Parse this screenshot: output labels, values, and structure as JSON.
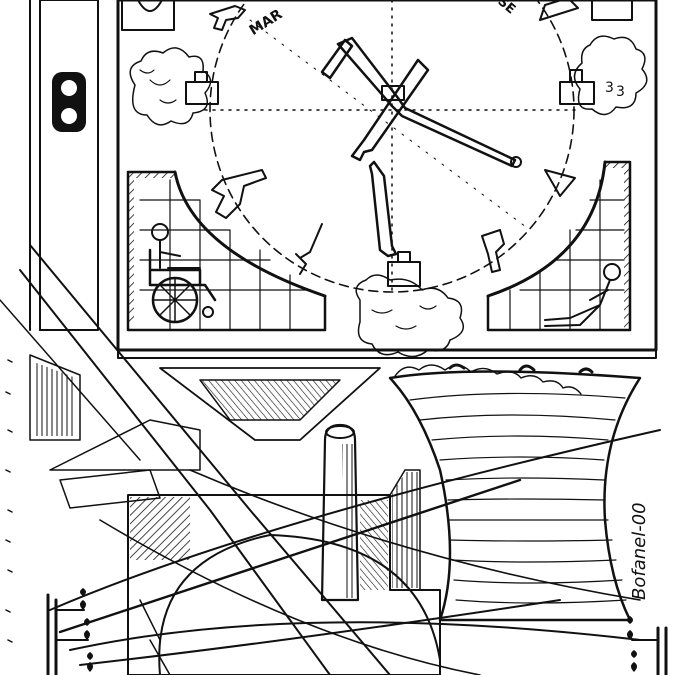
{
  "illustration": {
    "ink_color": "#111111",
    "paper_color": "#ffffff",
    "dial_marks": [
      "MAR",
      "SE"
    ],
    "dial_digits": [
      "3",
      "3"
    ],
    "signature": "Bofanel-00"
  }
}
